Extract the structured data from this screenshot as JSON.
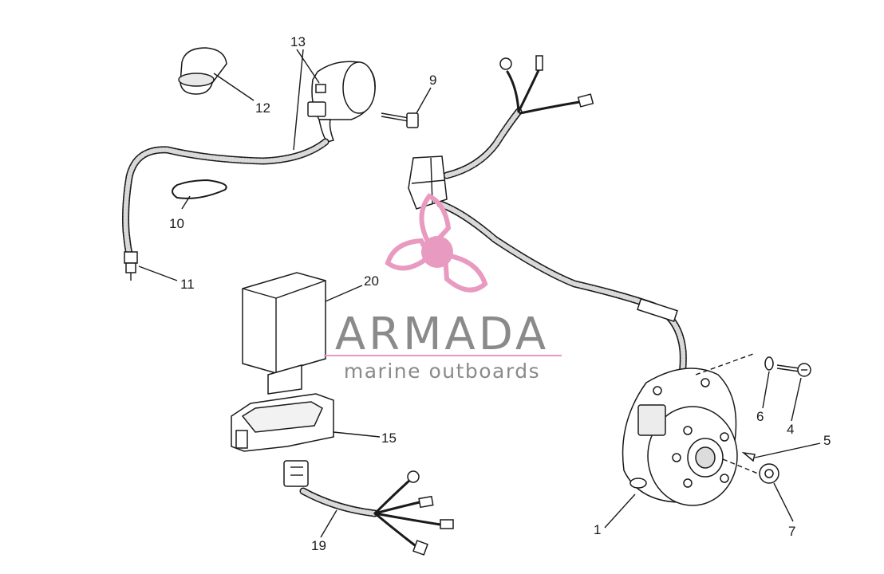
{
  "watermark": {
    "brand_name": "ARMADA",
    "tagline": "marine outboards",
    "colors": {
      "accent": "#e89ac0",
      "text": "#8a8a8a"
    }
  },
  "callouts": [
    {
      "id": "1",
      "text": "1"
    },
    {
      "id": "4",
      "text": "4"
    },
    {
      "id": "5",
      "text": "5"
    },
    {
      "id": "6",
      "text": "6"
    },
    {
      "id": "7",
      "text": "7"
    },
    {
      "id": "9",
      "text": "9"
    },
    {
      "id": "10",
      "text": "10"
    },
    {
      "id": "11",
      "text": "11"
    },
    {
      "id": "12",
      "text": "12"
    },
    {
      "id": "13",
      "text": "13"
    },
    {
      "id": "15",
      "text": "15"
    },
    {
      "id": "19",
      "text": "19"
    },
    {
      "id": "20",
      "text": "20"
    }
  ]
}
